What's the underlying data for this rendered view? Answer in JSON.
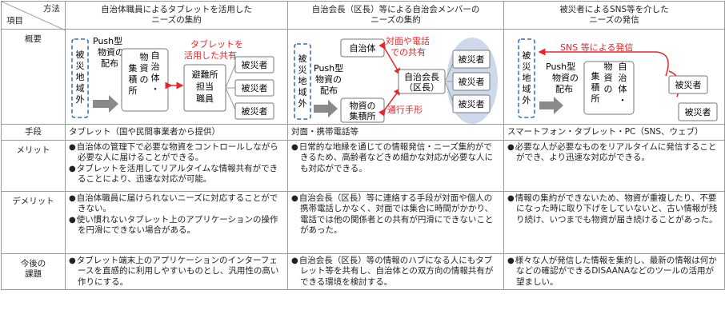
{
  "header": {
    "method_label": "方法",
    "item_label": "項目",
    "col1": "自治体職員によるタブレットを活用した\nニーズの集約",
    "col2": "自治会長（区長）等による自治会メンバーの\nニーズの集約",
    "col3": "被災者によるSNS等を介した\nニーズの発信"
  },
  "rows": {
    "overview": "概要",
    "means": "手段",
    "merit": "メリット",
    "demerit": "デメリット",
    "future": "今後の\n課題"
  },
  "diagram1": {
    "outside": [
      "被",
      "災",
      "地",
      "域",
      "外"
    ],
    "push": [
      "Push型",
      "物資の",
      "配布"
    ],
    "depot": [
      "集",
      "積",
      "所"
    ],
    "depot_sub": [
      "物",
      "資",
      "の"
    ],
    "staff": [
      "自",
      "治",
      "体",
      "・"
    ],
    "shelter": [
      "避難所",
      "担当",
      "職員"
    ],
    "tablet_note": [
      "タブレットを",
      "活用した共有"
    ],
    "victims": [
      "被災者",
      "被災者",
      "被災者"
    ]
  },
  "diagram2": {
    "outside": [
      "被",
      "災",
      "地",
      "域",
      "外"
    ],
    "push": [
      "Push型",
      "物資の",
      "配布"
    ],
    "municipality": "自治体",
    "depot": [
      "物資の",
      "集積所"
    ],
    "chief": [
      "自治会長",
      "（区長）"
    ],
    "phone_note": [
      "対面や電話",
      "での共有"
    ],
    "walk_note": "通行手形",
    "victims": [
      "被災者",
      "被災者",
      "被災者"
    ]
  },
  "diagram3": {
    "outside": [
      "被",
      "災",
      "地",
      "域",
      "外"
    ],
    "push": [
      "Push型",
      "物資の",
      "配布"
    ],
    "depot": [
      "集",
      "積",
      "所"
    ],
    "depot_sub": [
      "物",
      "資",
      "の"
    ],
    "staff": [
      "自",
      "治",
      "体",
      "・"
    ],
    "sns_note": "SNS 等による発信",
    "victims": [
      "被災者",
      "被災者"
    ]
  },
  "means": {
    "col1": "タブレット（国や民間事業者から提供）",
    "col2": "対面・携帯電話等",
    "col3": "スマートフォン・タブレット・PC（SNS、ウェブ）"
  },
  "merit": {
    "col1": [
      "自治体の管理下で必要な物資をコントロールしながら必要な人に届けることができる。",
      "タブレットを活用してリアルタイムな情報共有ができることにより、迅速な対応が可能。"
    ],
    "col2": [
      "日常的な地縁を通じての情報発信・ニーズ集約ができるため、高齢者などきめ細かな対応が必要な人にも対応ができる。"
    ],
    "col3": [
      "必要な人が必要なものをリアルタイムに発信することができ、より迅速な対応ができる。"
    ]
  },
  "demerit": {
    "col1": [
      "自治体職員に届けられないニーズに対応することができない。",
      "使い慣れないタブレット上のアプリケーションの操作を円滑にできない場合がある。"
    ],
    "col2": [
      "自治会長（区長）等に連絡する手段が対面や個人の携帯電話しかなく、対面では集合に時間がかかり、電話では他の関係者との共有が円滑にできないことがあった。"
    ],
    "col3": [
      "情報の集約ができないため、物資が重複したり、不要になった時に取り下げをしていないと、古い情報が残り続け、いつまでも物資が届き続けることがあった。"
    ]
  },
  "future": {
    "col1": [
      "タブレット端末上のアプリケーションのインターフェースを直感的に利用しやすいものとし、汎用性の高い作りにする。"
    ],
    "col2": [
      "自治会長（区長）等の情報のハブになる人にもタブレット等を共有し、自治体との双方向の情報共有ができる環境を検討する。"
    ],
    "col3": [
      "様々な人が発信した情報を集約し、最新の情報は何かなどの確認ができるDISAANAなどのツールの活用が望ましい。"
    ]
  },
  "colors": {
    "red": "#e8262a",
    "blue": "#2a6cc0",
    "gray_arrow": "#8a8a8a",
    "oval": "#cdd9ea",
    "box": "#777"
  }
}
